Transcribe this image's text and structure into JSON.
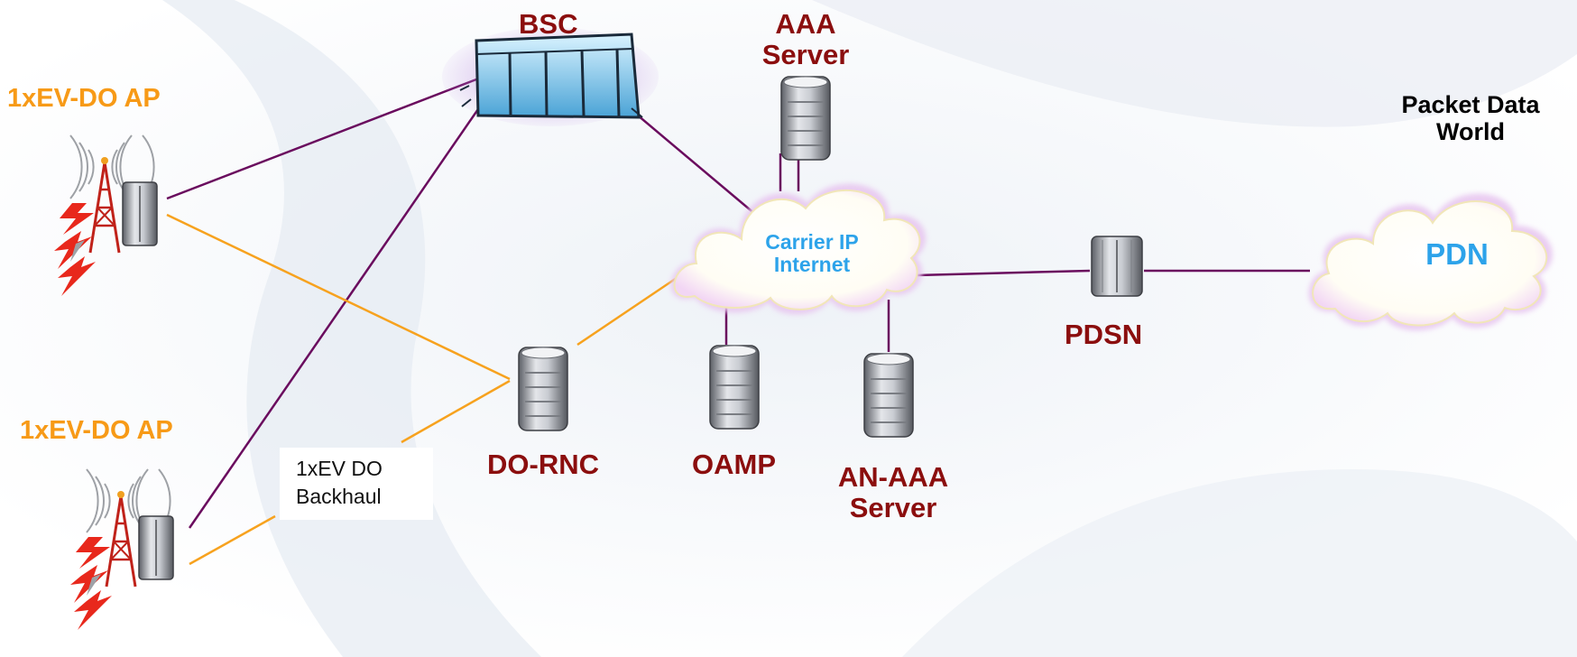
{
  "labels": {
    "ap_top": "1xEV-DO AP",
    "ap_bottom": "1xEV-DO AP",
    "bsc": "BSC",
    "aaa_server": [
      "AAA",
      "Server"
    ],
    "carrier_cloud": [
      "Carrier IP",
      "Internet"
    ],
    "packet_data_world": [
      "Packet Data",
      "World"
    ],
    "pdn": "PDN",
    "pdsn": "PDSN",
    "do_rnc": "DO-RNC",
    "oamp": "OAMP",
    "an_aaa_server": [
      "AN-AAA",
      "Server"
    ],
    "backhaul": [
      "1xEV DO",
      "Backhaul"
    ]
  },
  "colors": {
    "node_label": "#8b0e0e",
    "ap_label": "#f79a17",
    "cloud_label": "#2da3ea",
    "link_purple": "#6a0c5e",
    "link_orange": "#f7a21e",
    "lightning_red": "#e8281c"
  }
}
